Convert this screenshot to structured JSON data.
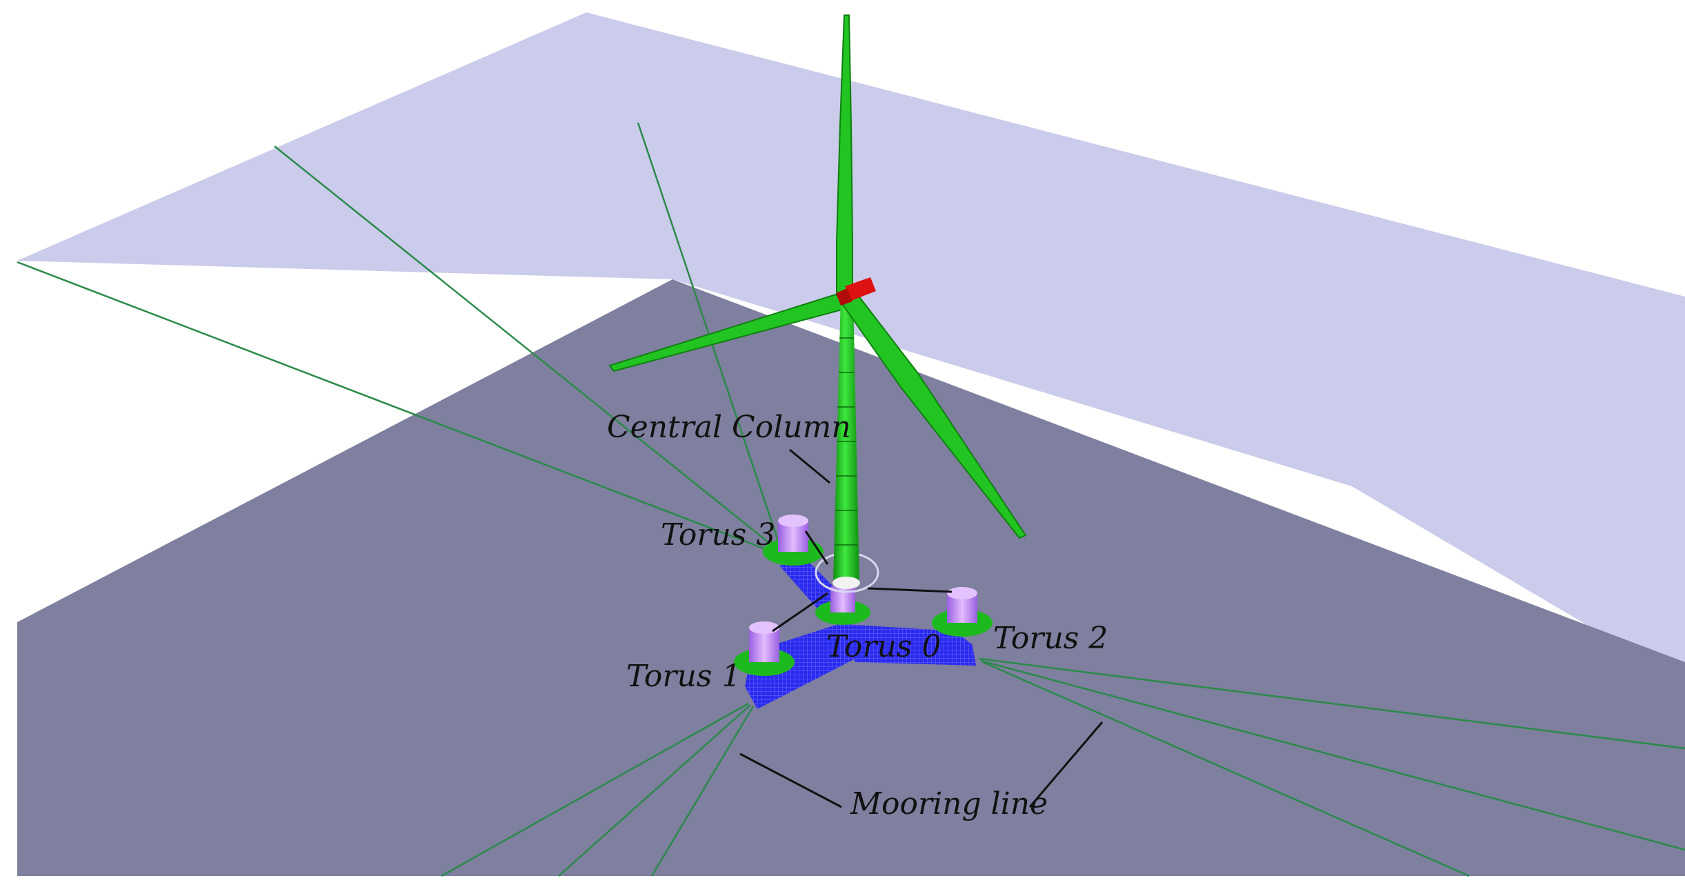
{
  "labels": {
    "central_column": "Central Column",
    "torus_0": "Torus 0",
    "torus_1": "Torus 1",
    "torus_2": "Torus 2",
    "torus_3": "Torus 3",
    "mooring_line": "Mooring line"
  },
  "colors": {
    "background": "#ffffff",
    "sea_surface": "#cbcbeb",
    "seabed": "#7f7f9f",
    "turbine": "#22c422",
    "nacelle": "#dd1111",
    "pontoon": "#2a2aee",
    "buoy": "#bf88f2",
    "mooring": "#2a8a4a",
    "annotation": "#111111"
  }
}
